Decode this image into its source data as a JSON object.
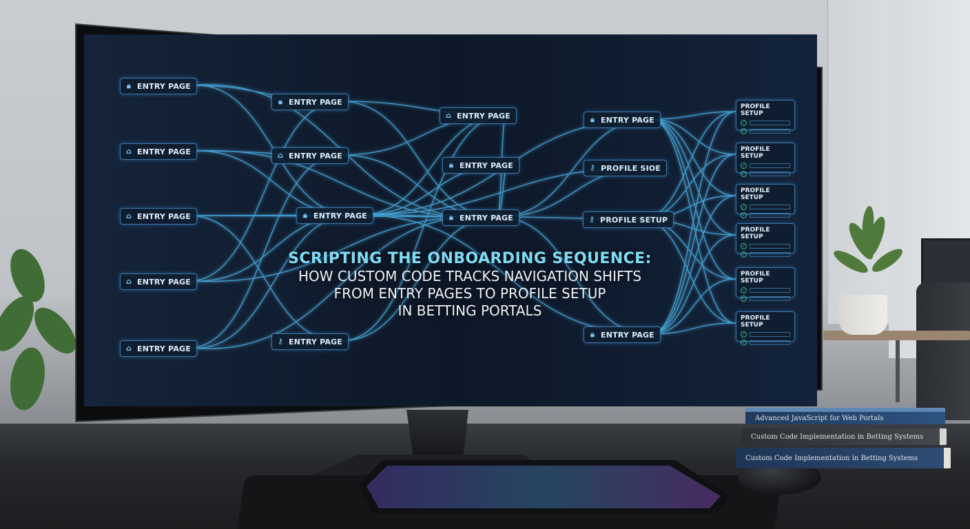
{
  "screen": {
    "entry_nodes_col1": [
      "ENTRY PAGE",
      "ENTRY PAGE",
      "ENTRY PAGE",
      "ENTRY PAGE",
      "ENTRY PAGE"
    ],
    "entry_nodes_col2": [
      "ENTRY PAGE",
      "ENTRY PAGE",
      "ENTRY PAGE",
      "ENTRY PAGE"
    ],
    "entry_nodes_col3": [
      "ENTRY PAGE",
      "ENTRY PAGE",
      "ENTRY PAGE"
    ],
    "col4_nodes": [
      "ENTRY PAGE",
      "PROFILE SIOE",
      "PROFILE SETUP",
      "ENTRY PAGE"
    ],
    "profile_cards": [
      "PROFILE SETUP",
      "PROFILE SETUP",
      "PROFILE SETUP",
      "PROFILE SETUP",
      "PROFILE SETUP",
      "PROFILE SETUP"
    ],
    "headline": {
      "line1": "SCRIPTING THE ONBOARDING SEQUENCE:",
      "line2": "HOW CUSTOM CODE TRACKS NAVIGATION SHIFTS",
      "line3": "FROM ENTRY PAGES TO PROFILE SETUP",
      "line4": "IN BETTING PORTALS"
    },
    "colors": {
      "accent": "#3fb6f5",
      "headline_accent": "#7fdcf5",
      "background": "#0f1a28"
    },
    "icons": {
      "entry": "lock-icon",
      "home": "home-icon",
      "profile": "key-icon",
      "check": "check-icon"
    }
  },
  "books": [
    "Advanced JavaScript for Web Portals",
    "Custom Code Implementation in Betting Systems",
    "Custom Code Implementation in Betting Systems"
  ]
}
